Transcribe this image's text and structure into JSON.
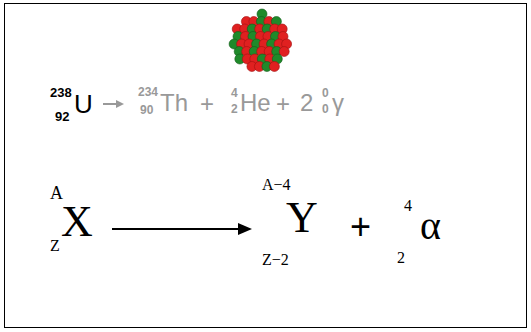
{
  "diagram": {
    "labels": [
      "238",
      "92",
      "U",
      "234",
      "90",
      "Th",
      "+",
      "4",
      "2",
      "He",
      "+",
      "2",
      "0",
      "0",
      "γ",
      "A",
      "Z",
      "X",
      "A−4",
      "Z−2",
      "Y",
      "+",
      "4",
      "2",
      "α"
    ]
  }
}
